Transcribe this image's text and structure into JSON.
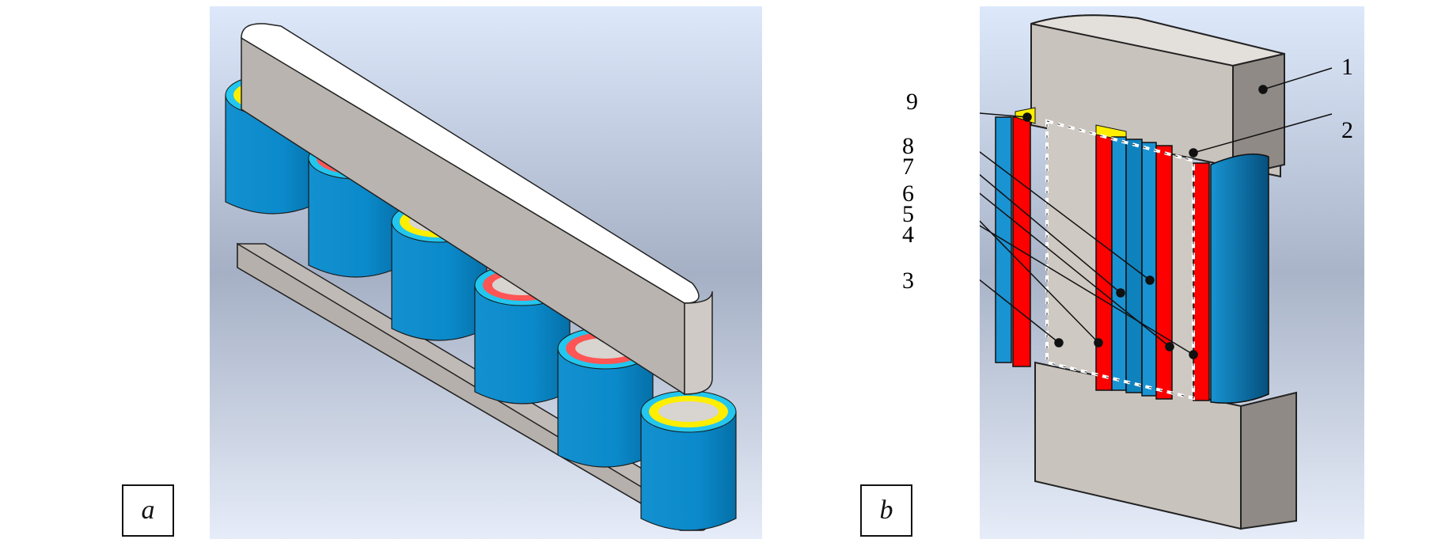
{
  "figure": {
    "panels": [
      {
        "id": "a",
        "label": "a",
        "description": "Six-leg transformer core assembly with cylindrical windings"
      },
      {
        "id": "b",
        "label": "b",
        "description": "Cut-away view of one leg showing winding layers"
      }
    ],
    "callouts": [
      {
        "number": "1",
        "side": "right"
      },
      {
        "number": "2",
        "side": "right"
      },
      {
        "number": "3",
        "side": "left"
      },
      {
        "number": "4",
        "side": "left"
      },
      {
        "number": "5",
        "side": "left"
      },
      {
        "number": "6",
        "side": "left"
      },
      {
        "number": "7",
        "side": "left"
      },
      {
        "number": "8",
        "side": "left"
      },
      {
        "number": "9",
        "side": "left"
      }
    ],
    "colors": {
      "background_top": "#dde8fb",
      "background_mid": "#a9b4c8",
      "core_face": "#c9c3bd",
      "core_side": "#8f8a86",
      "core_top": "#ffffff",
      "winding_blue": "#0a8fd0",
      "winding_cyan": "#22c6ee",
      "insulation_red": "#ff0000",
      "insulation_yellow": "#ffee00"
    }
  }
}
